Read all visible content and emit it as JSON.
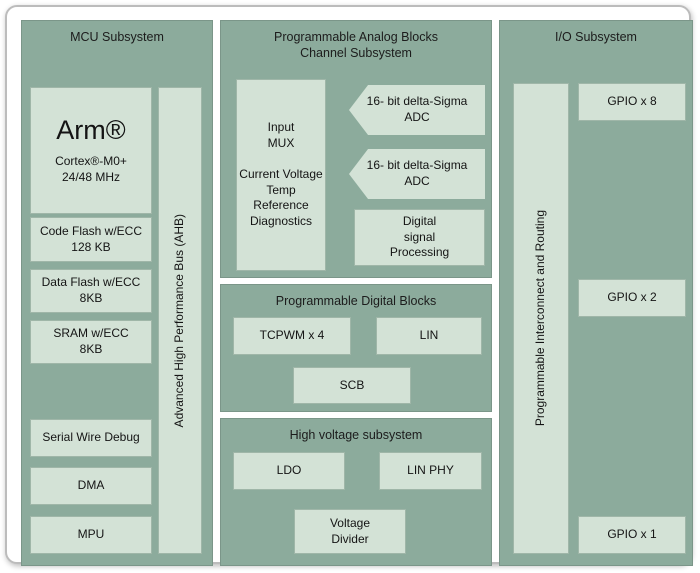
{
  "colors": {
    "panel": "#8cab9c",
    "box": "#d3e2d6",
    "box-border": "#9fb6a8",
    "frame-border": "#bcbcbc"
  },
  "mcu": {
    "title": "MCU Subsystem",
    "cpu": {
      "name": "Arm®",
      "core": "Cortex®-M0+",
      "clock": "24/48 MHz"
    },
    "memories": [
      "Code Flash w/ECC\n128 KB",
      "Data Flash w/ECC\n8KB",
      "SRAM w/ECC\n8KB"
    ],
    "peripherals": [
      "Serial Wire Debug",
      "DMA",
      "MPU"
    ],
    "bus": "Advanced High Performance Bus (AHB)"
  },
  "analog": {
    "title": "Programmable Analog Blocks\nChannel Subsystem",
    "input_mux": "Input\nMUX\n\nCurrent Voltage\nTemp\nReference\nDiagnostics",
    "adc1": "16- bit delta-Sigma\nADC",
    "adc2": "16- bit delta-Sigma\nADC",
    "dsp": "Digital\nsignal\nProcessing"
  },
  "digital": {
    "title": "Programmable Digital Blocks",
    "tcpwm": "TCPWM x 4",
    "lin": "LIN",
    "scb": "SCB"
  },
  "high_voltage": {
    "title": "High voltage subsystem",
    "ldo": "LDO",
    "lin_phy": "LIN PHY",
    "voltage_divider": "Voltage\nDivider"
  },
  "io": {
    "title": "I/O Subsystem",
    "routing": "Programmable Interconnect and Routing",
    "gpio": [
      "GPIO x 8",
      "GPIO x 2",
      "GPIO x 1"
    ]
  }
}
